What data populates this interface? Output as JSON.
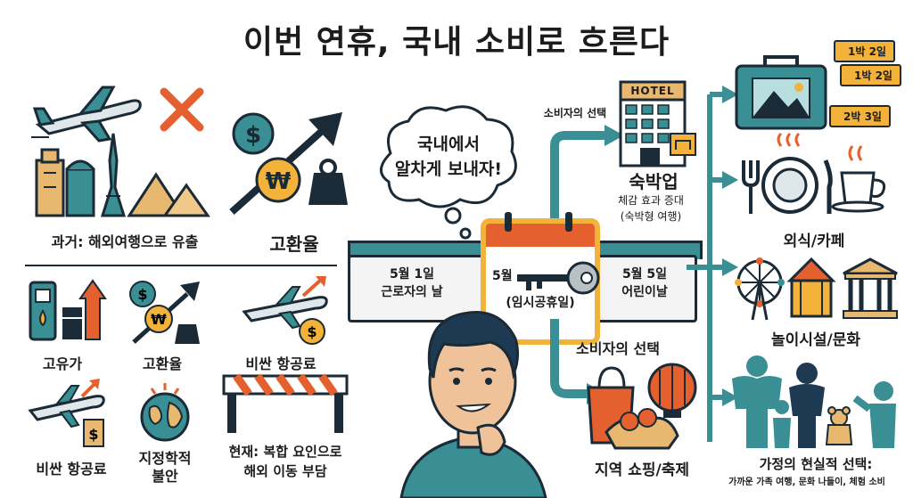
{
  "title": "이번 연휴, 국내 소비로 흐른다",
  "left": {
    "past_label": "과거: 해외여행으로 유출",
    "exchange_label": "고환율",
    "oil_label": "고유가",
    "exchange_small_label": "고환율",
    "airfare_label_1": "비싼 항공료",
    "airfare_label_2": "비싼 항공료",
    "geopolitics_label_line1": "지정학적",
    "geopolitics_label_line2": "불안",
    "present_label_line1": "현재: 복합 요인으로",
    "present_label_line2": "해외 이동 부담"
  },
  "center": {
    "thought_line1": "국내에서",
    "thought_line2": "알차게 보내자!",
    "day1_line1": "5월 1일",
    "day1_line2": "근로자의 날",
    "day2_line1": "5월",
    "day2_line2": "(임시공휴일)",
    "day3_line1": "5월 5일",
    "day3_line2": "어린이날",
    "choice_top": "소비자의 선택",
    "choice_bottom": "소비자의 선택",
    "hotel_sign": "HOTEL",
    "lodging_title": "숙박업",
    "lodging_sub1": "체감 효과 증대",
    "lodging_sub2": "(숙박형 여행)",
    "shopping_label": "지역 쇼핑/축제"
  },
  "right": {
    "tags": [
      "1박 2일",
      "1박 2일",
      "2박 3일"
    ],
    "dining_label": "외식/카페",
    "leisure_label": "놀이시설/문화",
    "family_title": "가정의 현실적 선택:",
    "family_sub": "가까운 가족 여행, 문화 나들이, 체험 소비"
  },
  "icons": {
    "currency": [
      "$",
      "₩",
      "$",
      "₩",
      "$",
      "$"
    ]
  },
  "colors": {
    "teal": "#3a8f94",
    "navy": "#1a2a36",
    "orange": "#e4602f",
    "gold": "#f3b23a",
    "sand": "#e8b870"
  }
}
